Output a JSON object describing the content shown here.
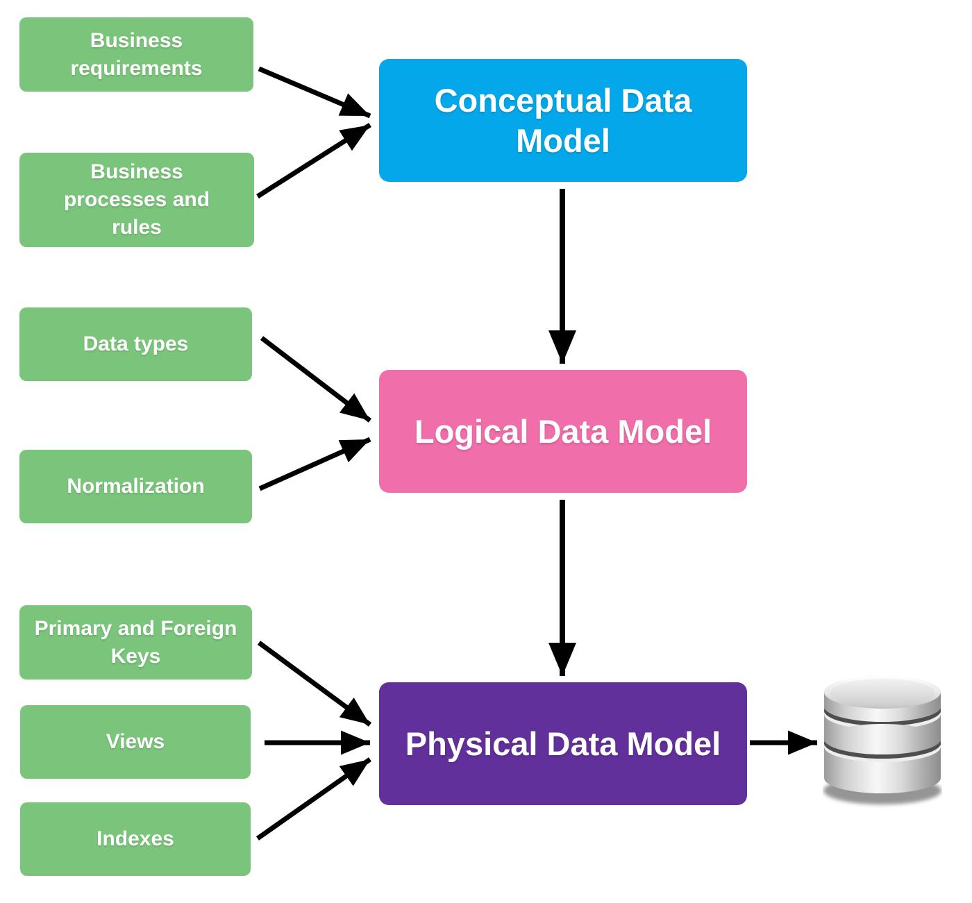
{
  "diagram": {
    "inputs": [
      {
        "id": "business-requirements",
        "label": "Business requirements",
        "target": "conceptual"
      },
      {
        "id": "business-processes-and-rules",
        "label": "Business processes and rules",
        "target": "conceptual"
      },
      {
        "id": "data-types",
        "label": "Data types",
        "target": "logical"
      },
      {
        "id": "normalization",
        "label": "Normalization",
        "target": "logical"
      },
      {
        "id": "primary-and-foreign-keys",
        "label": "Primary and Foreign Keys",
        "target": "physical"
      },
      {
        "id": "views",
        "label": "Views",
        "target": "physical"
      },
      {
        "id": "indexes",
        "label": "Indexes",
        "target": "physical"
      }
    ],
    "stages": [
      {
        "id": "conceptual",
        "label": "Conceptual Data Model",
        "color": "#04a8ea"
      },
      {
        "id": "logical",
        "label": "Logical Data Model",
        "color": "#f06ea9"
      },
      {
        "id": "physical",
        "label": "Physical Data Model",
        "color": "#62309a"
      }
    ],
    "edges": [
      {
        "from": "business-requirements",
        "to": "conceptual"
      },
      {
        "from": "business-processes-and-rules",
        "to": "conceptual"
      },
      {
        "from": "conceptual",
        "to": "logical"
      },
      {
        "from": "data-types",
        "to": "logical"
      },
      {
        "from": "normalization",
        "to": "logical"
      },
      {
        "from": "logical",
        "to": "physical"
      },
      {
        "from": "primary-and-foreign-keys",
        "to": "physical"
      },
      {
        "from": "views",
        "to": "physical"
      },
      {
        "from": "indexes",
        "to": "physical"
      },
      {
        "from": "physical",
        "to": "database"
      }
    ],
    "icons": {
      "database": "database-cylinder-icon"
    },
    "colors": {
      "input_green": "#7ac57b",
      "conceptual_blue": "#04a8ea",
      "logical_pink": "#f06ea9",
      "physical_purple": "#62309a",
      "arrow_black": "#000000",
      "text_white": "#ffffff"
    }
  }
}
